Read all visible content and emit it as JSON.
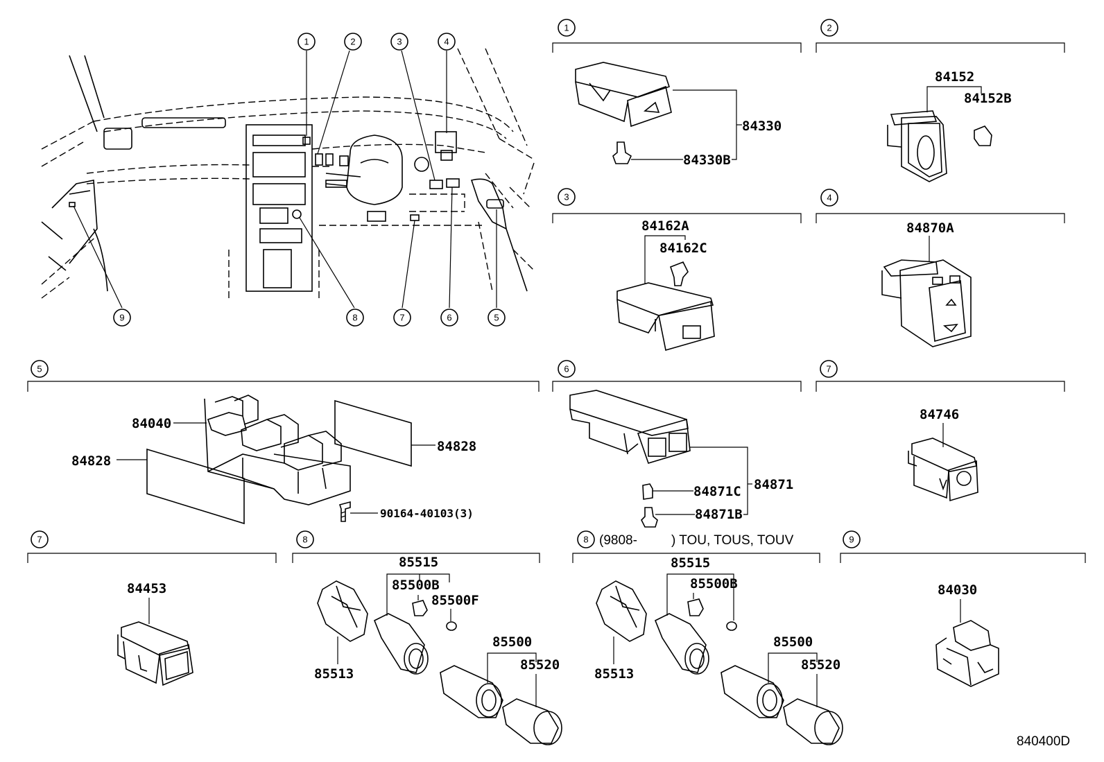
{
  "callouts": [
    "1",
    "2",
    "3",
    "4",
    "5",
    "6",
    "7",
    "8",
    "9"
  ],
  "labels": {
    "p84330": "84330",
    "p84330B": "84330B",
    "p84152": "84152",
    "p84152B": "84152B",
    "p84162A": "84162A",
    "p84162C": "84162C",
    "p84870A": "84870A",
    "p84040": "84040",
    "p84828_left": "84828",
    "p84828_right": "84828",
    "p90164": "90164-40103(3)",
    "p84871": "84871",
    "p84871C": "84871C",
    "p84871B": "84871B",
    "p84746": "84746",
    "p84453": "84453",
    "a85515": "85515",
    "a85500B": "85500B",
    "a85500F": "85500F",
    "a85513": "85513",
    "a85500": "85500",
    "a85520": "85520",
    "b_note_prefix": "(9808-",
    "b_note_suffix": ") TOU, TOUS, TOUV",
    "b85515": "85515",
    "b85500B": "85500B",
    "b85513": "85513",
    "b85500": "85500",
    "b85520": "85520",
    "p84030": "84030",
    "ref": "840400D"
  }
}
